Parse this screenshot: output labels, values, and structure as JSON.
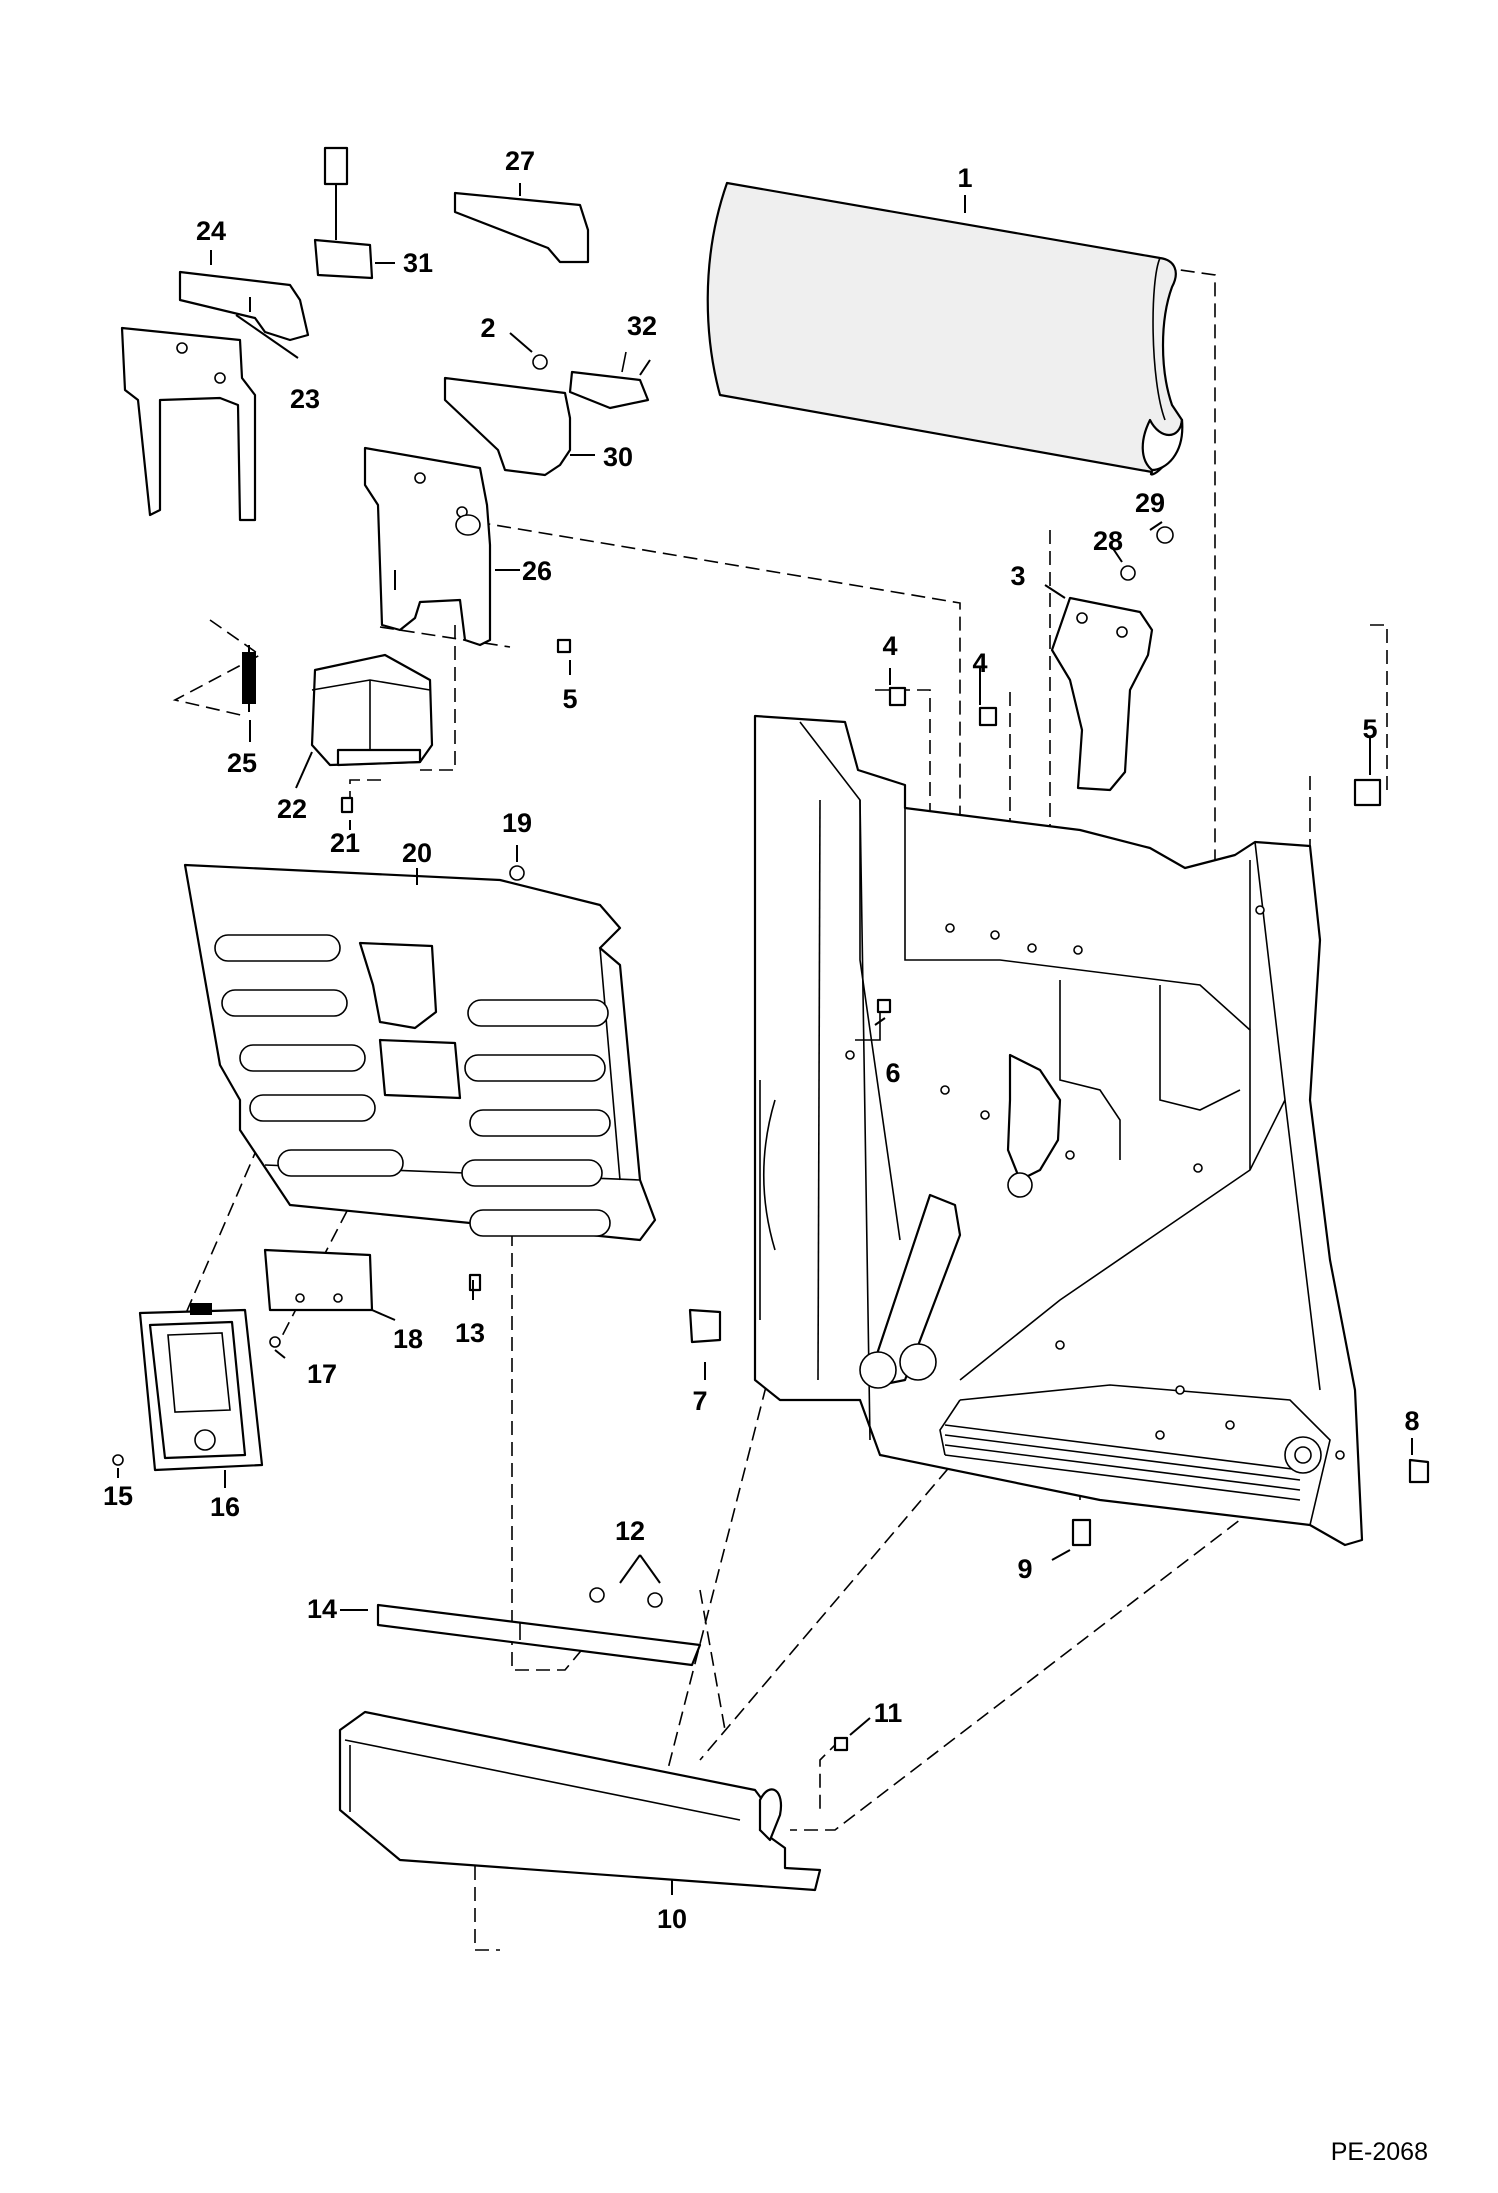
{
  "drawing_code": "PE-2068",
  "callouts": [
    "1",
    "2",
    "3",
    "4",
    "4",
    "5",
    "5",
    "6",
    "7",
    "8",
    "9",
    "10",
    "11",
    "12",
    "13",
    "14",
    "15",
    "16",
    "17",
    "18",
    "19",
    "20",
    "21",
    "22",
    "23",
    "24",
    "25",
    "26",
    "27",
    "28",
    "29",
    "30",
    "31",
    "32"
  ]
}
